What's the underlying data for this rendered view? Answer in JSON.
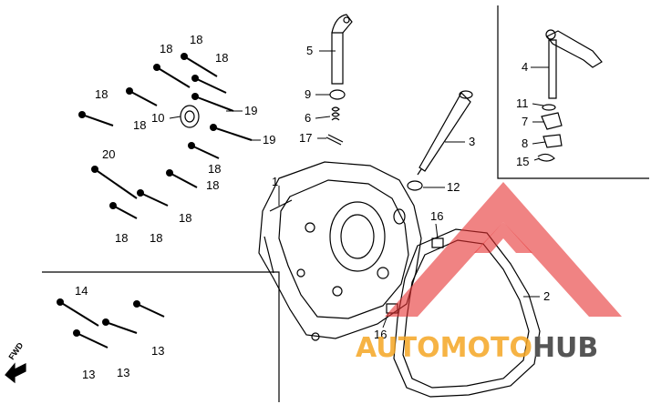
{
  "labels": {
    "l1": "1",
    "l2": "2",
    "l3": "3",
    "l4": "4",
    "l5": "5",
    "l6": "6",
    "l7": "7",
    "l8": "8",
    "l9": "9",
    "l10": "10",
    "l11": "11",
    "l12": "12",
    "l13a": "13",
    "l13b": "13",
    "l13c": "13",
    "l14": "14",
    "l15": "15",
    "l16a": "16",
    "l16b": "16",
    "l17": "17",
    "l18a": "18",
    "l18b": "18",
    "l18c": "18",
    "l18d": "18",
    "l18e": "18",
    "l18f": "18",
    "l18g": "18",
    "l18h": "18",
    "l18i": "18",
    "l18j": "18",
    "l19a": "19",
    "l19b": "19",
    "l20": "20"
  },
  "fwd": "FWD",
  "watermark": {
    "part1": "AUTO",
    "part2": "MOTO",
    "part3": "HUB"
  },
  "colors": {
    "line": "#000000",
    "wm_orange": "#f5a623",
    "wm_gray": "#555555",
    "wm_red": "#e63030"
  }
}
